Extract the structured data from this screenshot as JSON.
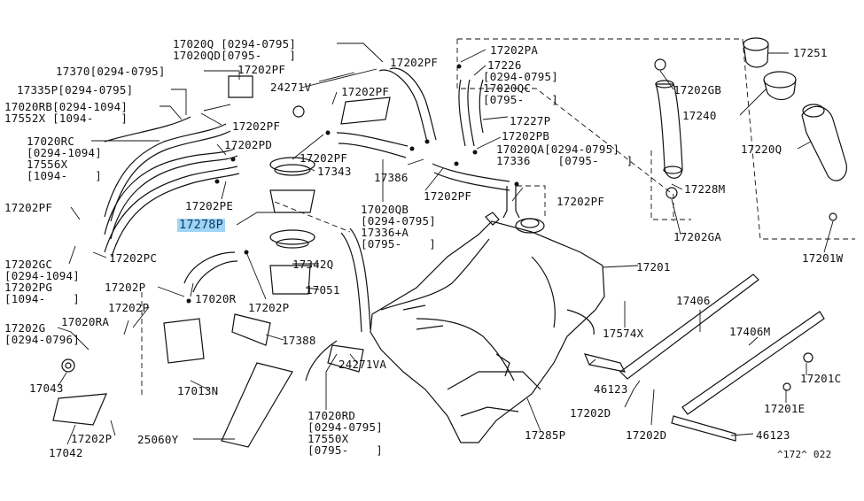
{
  "diagram": {
    "highlight_color": "#9fd4f5",
    "labels": {
      "l17020Q": "17020Q [0294-0795]",
      "l17020QD": "17020QD[0795-    ]",
      "l17370": "17370[0294-0795]",
      "l17335P": "17335P[0294-0795]",
      "l17020RB": "17020RB[0294-1094]",
      "l17552X": "17552X [1094-    ]",
      "l17020RC": "17020RC",
      "l17020RC_d": "[0294-1094]",
      "l17556X": "17556X",
      "l17556X_d": "[1094-    ]",
      "l17202PF_a": "17202PF",
      "l24271V": "24271V",
      "l17202PF_b": "17202PF",
      "l17202PF_c": "17202PF",
      "l17202PF_d": "17202PF",
      "l17202PD": "17202PD",
      "l17202PF_e": "17202PF",
      "l17343": "17343",
      "l17202PE": "17202PE",
      "l17278P": "17278P",
      "l17202PF_left": "17202PF",
      "l17202GC": "17202GC",
      "l17202GC_d": "[0294-1094]",
      "l17202PG": "17202PG",
      "l17202PG_d": "[1094-    ]",
      "l17202PC": "17202PC",
      "l17342Q": "17342Q",
      "l17051": "17051",
      "l17202P_a": "17202P",
      "l17020R": "17020R",
      "l17202P_b": "17202P",
      "l17202P_c": "17202P",
      "l17202G": "17202G",
      "l17202G_d": "[0294-0796]",
      "l17020RA": "17020RA",
      "l17043": "17043",
      "l17013N": "17013N",
      "l17388": "17388",
      "l24271VA": "24271VA",
      "l17042": "17042",
      "l17202P_d": "17202P",
      "l25060Y": "25060Y",
      "l17020RD": "17020RD",
      "l17020RD_d": "[0294-0795]",
      "l17550X": "17550X",
      "l17550X_d": "[0795-    ]",
      "l17020QB": "17020QB",
      "l17020QB_d": "[0294-0795]",
      "l17336A": "17336+A",
      "l17336A_d": "[0795-    ]",
      "l17386": "17386",
      "l17202PF_f": "17202PF",
      "l17202PF_g": "17202PF",
      "l17202PA": "17202PA",
      "l17226": "17226",
      "l17226_d": "[0294-0795]",
      "l17020QC": "17020QC",
      "l17020QC_d": "[0795-    ]",
      "l17227P": "17227P",
      "l17202PB": "17202PB",
      "l17020QA": "17020QA[0294-0795]",
      "l17336": "17336    [0795-    ]",
      "l17201": "17201",
      "l17574X": "17574X",
      "l46123_a": "46123",
      "l17202D_a": "17202D",
      "l17285P": "17285P",
      "l17406": "17406",
      "l17406M": "17406M",
      "l17202D_b": "17202D",
      "l46123_b": "46123",
      "l17201C": "17201C",
      "l17201E": "17201E",
      "l17251": "17251",
      "l17202GB": "17202GB",
      "l17240": "17240",
      "l17220Q": "17220Q",
      "l17228M": "17228M",
      "l17202GA": "17202GA",
      "l17201W": "17201W",
      "l_code": "^172^ 022"
    }
  }
}
